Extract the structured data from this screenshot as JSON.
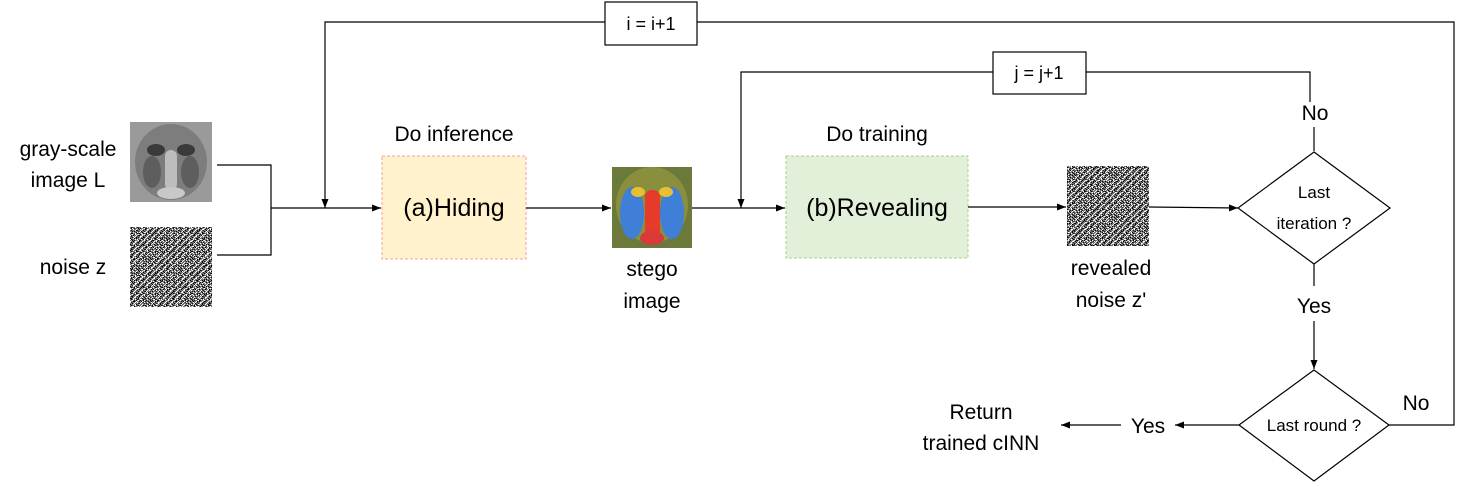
{
  "inputs": {
    "grayscale_label": [
      "gray-scale",
      "image L"
    ],
    "noise_label": "noise z"
  },
  "loops": {
    "outer_counter": "i = i+1",
    "inner_counter": "j = j+1"
  },
  "hiding": {
    "caption": "Do inference",
    "label": "(a)Hiding",
    "caption_color": "#c00000",
    "fill_color": "#fff2cc"
  },
  "stego": {
    "label": [
      "stego",
      "image"
    ]
  },
  "revealing": {
    "caption": "Do training",
    "label": "(b)Revealing",
    "caption_color": "#548235",
    "fill_color": "#e2f0d9"
  },
  "revealed": {
    "label": [
      "revealed",
      "noise z'"
    ]
  },
  "decision_iteration": {
    "label": [
      "Last",
      "iteration ?"
    ],
    "no_label": "No",
    "yes_label": "Yes"
  },
  "decision_round": {
    "label": "Last round ?",
    "no_label": "No",
    "yes_label": "Yes"
  },
  "output": {
    "label": [
      "Return",
      "trained cINN"
    ]
  }
}
